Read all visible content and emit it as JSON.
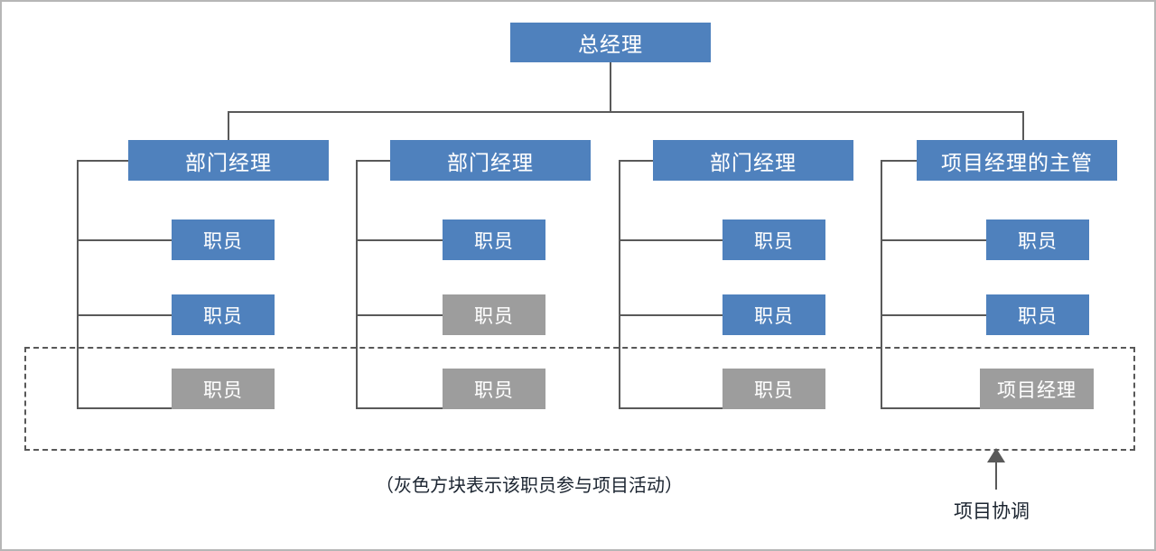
{
  "diagram": {
    "title_text": "总经理",
    "caption": "（灰色方块表示该职员参与项目活动）",
    "coordination_label": "项目协调",
    "colors": {
      "blue": "#4F81BD",
      "gray": "#9D9D9D",
      "line": "#595959",
      "frame": "#b6b6b6",
      "text_dark": "#1b2430"
    },
    "legend_note": "灰色方块表示该职员参与项目活动"
  },
  "root": {
    "label": "总经理",
    "color": "blue"
  },
  "columns": [
    {
      "manager": {
        "label": "部门经理",
        "color": "blue"
      },
      "members": [
        {
          "label": "职员",
          "color": "blue"
        },
        {
          "label": "职员",
          "color": "blue"
        },
        {
          "label": "职员",
          "color": "gray"
        }
      ]
    },
    {
      "manager": {
        "label": "部门经理",
        "color": "blue"
      },
      "members": [
        {
          "label": "职员",
          "color": "blue"
        },
        {
          "label": "职员",
          "color": "gray"
        },
        {
          "label": "职员",
          "color": "gray"
        }
      ]
    },
    {
      "manager": {
        "label": "部门经理",
        "color": "blue"
      },
      "members": [
        {
          "label": "职员",
          "color": "blue"
        },
        {
          "label": "职员",
          "color": "blue"
        },
        {
          "label": "职员",
          "color": "gray"
        }
      ]
    },
    {
      "manager": {
        "label": "项目经理的主管",
        "color": "blue"
      },
      "members": [
        {
          "label": "职员",
          "color": "blue"
        },
        {
          "label": "职员",
          "color": "blue"
        },
        {
          "label": "项目经理",
          "color": "gray"
        }
      ]
    }
  ]
}
